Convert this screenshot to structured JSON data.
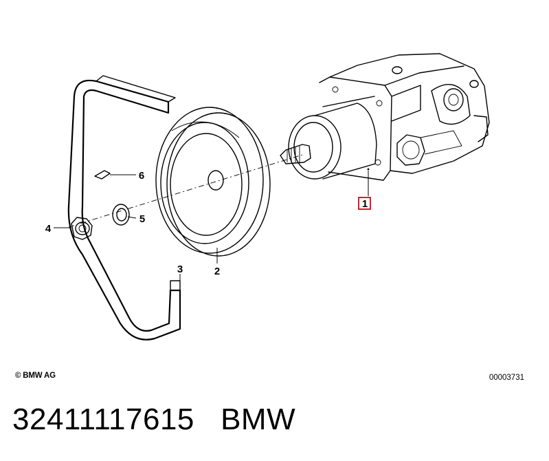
{
  "callouts": {
    "c1": "1",
    "c2": "2",
    "c3": "3",
    "c4": "4",
    "c5": "5",
    "c6": "6"
  },
  "highlight_color": "#e1001a",
  "copyright": "© BMW AG",
  "diagram_id": "00003731",
  "caption": {
    "part_number": "32411117615",
    "brand": "BMW"
  }
}
